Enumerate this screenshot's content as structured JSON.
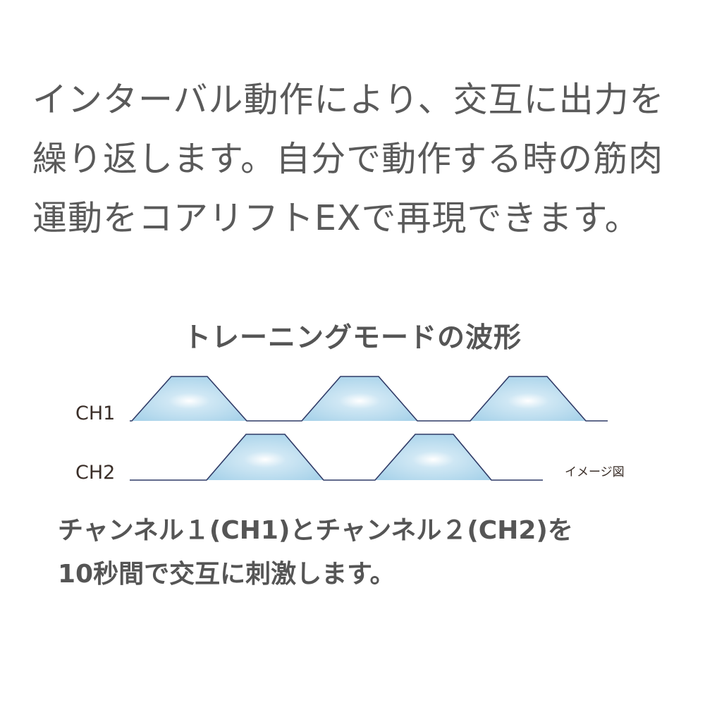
{
  "intro": {
    "lines": [
      "インターバル動作により、交互に出力を",
      "繰り返します。自分で動作する時の筋肉",
      "運動をコアリフトEXで再現できます。"
    ]
  },
  "diagram": {
    "title": "トレーニングモードの波形",
    "note": "イメージ図",
    "channels": [
      {
        "label": "CH1",
        "pulses": 3
      },
      {
        "label": "CH2",
        "pulses": 2
      }
    ],
    "colors": {
      "line": "#2f3a66",
      "fill": "#a9d3ea"
    }
  },
  "caption": {
    "lines": [
      "チャンネル１(CH1)とチャンネル２(CH2)を",
      "10秒間で交互に刺激します。"
    ]
  }
}
